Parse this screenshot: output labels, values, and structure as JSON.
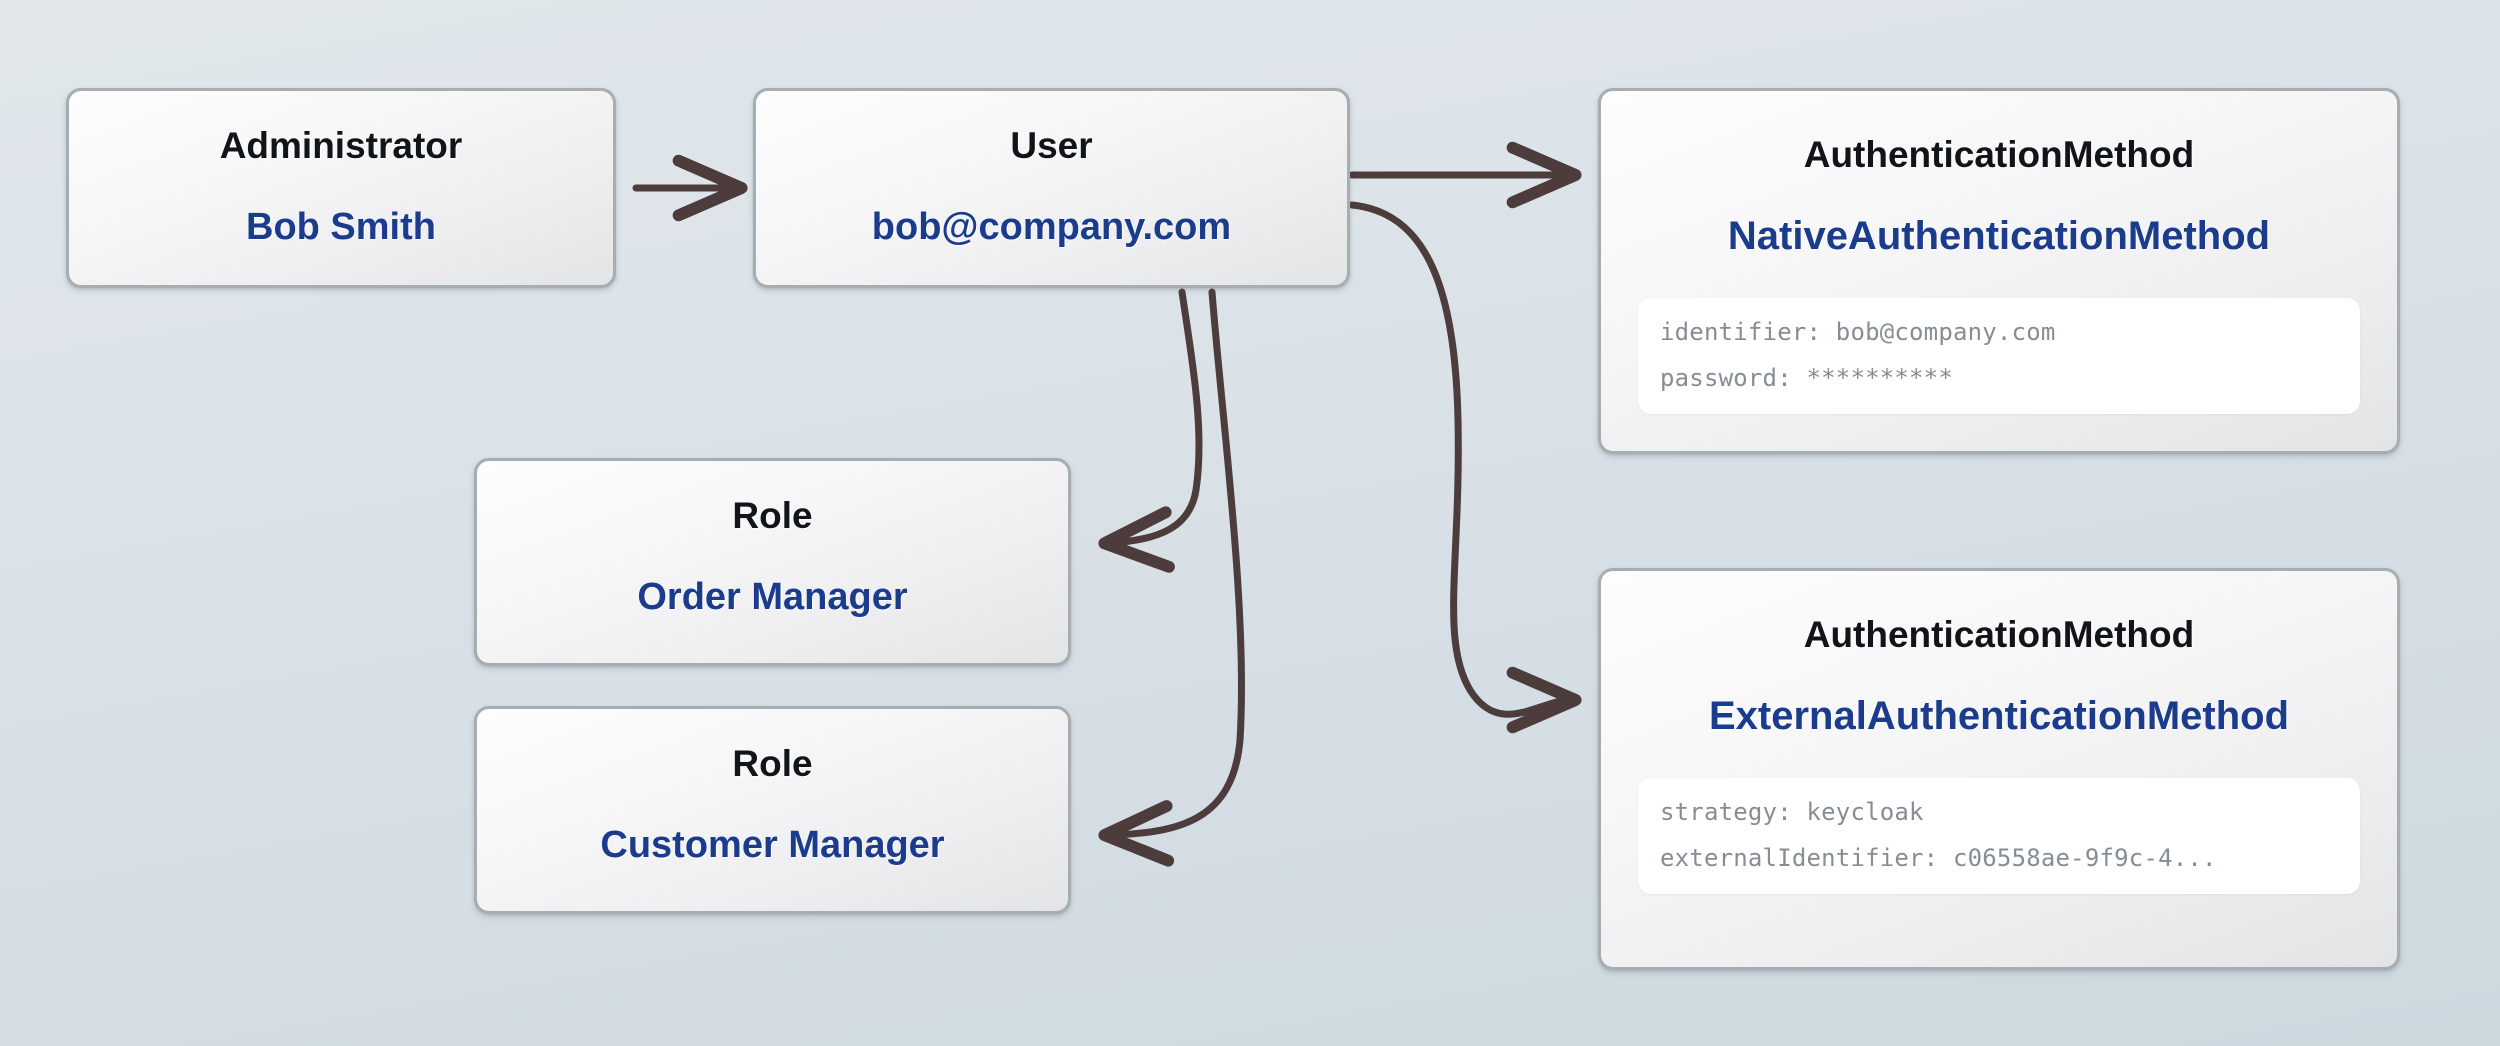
{
  "diagram": {
    "type": "entity-relationship",
    "title": "",
    "background_top_color": "#e0e6ea",
    "background_bottom_color": "#ccd7de",
    "node_border_color": "#a6aeb2",
    "node_type_color": "#111418",
    "node_value_color": "#1b3c8c",
    "detail_text_color": "#868d95",
    "edge_color": "#4c3c3c"
  },
  "nodes": {
    "administrator": {
      "type_label": "Administrator",
      "value_label": "Bob Smith"
    },
    "user": {
      "type_label": "User",
      "value_label": "bob@company.com"
    },
    "auth_native": {
      "type_label": "AuthenticationMethod",
      "value_label": "NativeAuthenticationMethod",
      "details": [
        "identifier: bob@company.com",
        "password: **********"
      ]
    },
    "auth_external": {
      "type_label": "AuthenticationMethod",
      "value_label": "ExternalAuthenticationMethod",
      "details": [
        "strategy: keycloak",
        "externalIdentifier: c06558ae-9f9c-4..."
      ]
    },
    "role_order": {
      "type_label": "Role",
      "value_label": "Order Manager"
    },
    "role_customer": {
      "type_label": "Role",
      "value_label": "Customer Manager"
    }
  },
  "edges": [
    {
      "name": "administrator-to-user",
      "from": "administrator",
      "to": "user",
      "style": "straight-arrow"
    },
    {
      "name": "user-to-auth-native",
      "from": "user",
      "to": "auth_native",
      "style": "straight-arrow"
    },
    {
      "name": "user-to-auth-external",
      "from": "user",
      "to": "auth_external",
      "style": "curved-arrow"
    },
    {
      "name": "user-to-role-order-manager",
      "from": "user",
      "to": "role_order",
      "style": "curved-arrow"
    },
    {
      "name": "user-to-role-customer-manager",
      "from": "user",
      "to": "role_customer",
      "style": "curved-arrow"
    }
  ]
}
